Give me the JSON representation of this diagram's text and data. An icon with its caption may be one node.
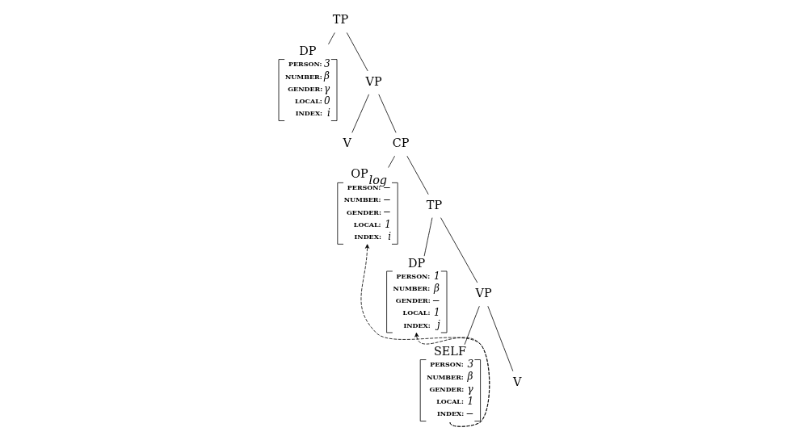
{
  "diagram": {
    "nodes": [
      {
        "text": [
          "TP"
        ]
      },
      {
        "text": [
          "DP",
          "PERSON: 3",
          "NUMBER: β",
          "GENDER: γ",
          "LOCAL: 0",
          "INDEX: i"
        ]
      },
      {
        "text": [
          "VP"
        ]
      },
      {
        "text": [
          "V"
        ]
      },
      {
        "text": [
          "CP"
        ]
      },
      {
        "text": [
          "OP$_{log}$",
          "PERSON: −",
          "NUMBER: −",
          "GENDER: −",
          "LOCAL: 1",
          "INDEX: i"
        ]
      },
      {
        "text": [
          "TP"
        ]
      },
      {
        "text": [
          "DP",
          "PERSON: 1",
          "NUMBER: β",
          "GENDER: −",
          "LOCAL: 1",
          "INDEX: j"
        ]
      },
      {
        "text": [
          "VP"
        ]
      },
      {
        "text": [
          "V"
        ]
      },
      {
        "text": [
          "SELF",
          "PERSON: 3",
          "NUMBER: β",
          "GENDER: γ",
          "LOCAL: 1",
          "INDEX: −"
        ]
      }
    ],
    "edges": [
      {
        "from": 0,
        "to": 1,
        "arrow": "none"
      },
      {
        "from": 0,
        "to": 2,
        "arrow": "none"
      },
      {
        "from": 2,
        "to": 3,
        "arrow": "none"
      },
      {
        "from": 2,
        "to": 4,
        "arrow": "none"
      },
      {
        "from": 4,
        "to": 5,
        "arrow": "none"
      },
      {
        "from": 4,
        "to": 6,
        "arrow": "none"
      },
      {
        "from": 6,
        "to": 7,
        "arrow": "none"
      },
      {
        "from": 6,
        "to": 8,
        "arrow": "none"
      },
      {
        "from": 8,
        "to": 9,
        "arrow": "none"
      },
      {
        "from": 8,
        "to": 10,
        "arrow": "none"
      },
      {
        "from": 10,
        "to": 5,
        "arrow": "to",
        "style": "dashed"
      },
      {
        "from": 10,
        "to": 7,
        "arrow": "to",
        "style": "dashed"
      }
    ]
  }
}
